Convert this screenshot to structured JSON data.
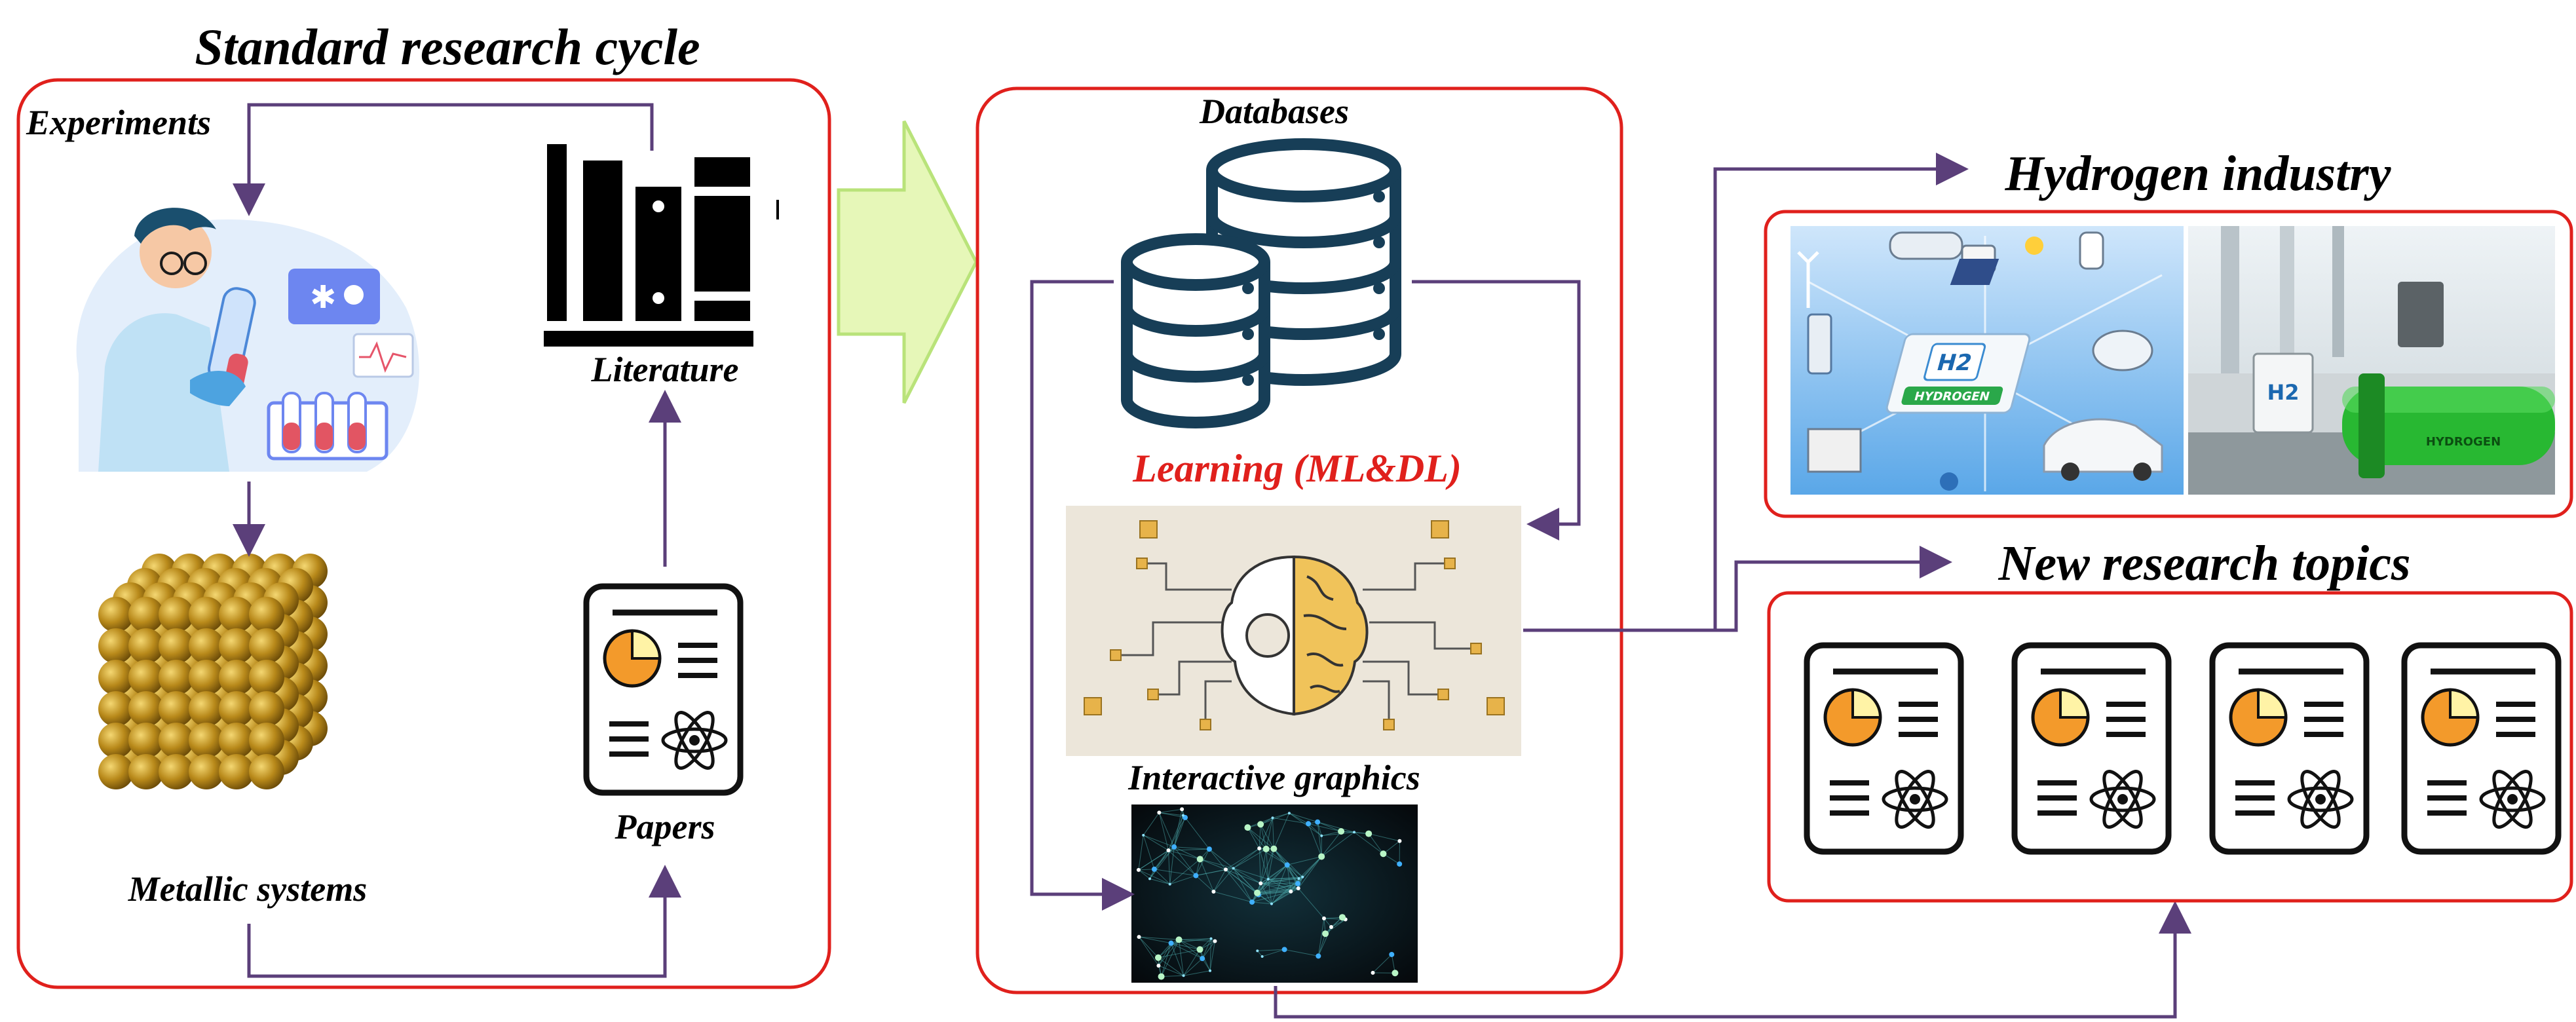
{
  "labels": {
    "standard_cycle_title": "Standard research cycle",
    "experiments": "Experiments",
    "literature": "Literature",
    "papers": "Papers",
    "metallic_systems": "Metallic systems",
    "databases": "Databases",
    "learning": "Learning (ML&DL)",
    "interactive_graphics": "Interactive graphics",
    "hydrogen_industry": "Hydrogen industry",
    "new_research_topics": "New research topics"
  },
  "hydrogen_image_text": {
    "h2_badge": "H2",
    "hydrogen_sign": "HYDROGEN",
    "pipe_text": "HYDROGEN"
  },
  "colors": {
    "box_border": "#e0201c",
    "arrow": "#5b3f7a",
    "learning_text": "#e0201c",
    "big_arrow_fill": "#e6f7b8",
    "big_arrow_stroke": "#b9e37a",
    "database_blue": "#173e57",
    "chart_orange": "#f39a2b",
    "chart_yellow": "#fff3a6"
  },
  "icons": [
    "scientist-illustration",
    "bookshelf-icon",
    "paper-document-icon",
    "metal-lattice-icon",
    "database-icon",
    "brain-gear-icon",
    "network-graph-image",
    "hydrogen-infographic-image",
    "hydrogen-pipeline-photo"
  ]
}
